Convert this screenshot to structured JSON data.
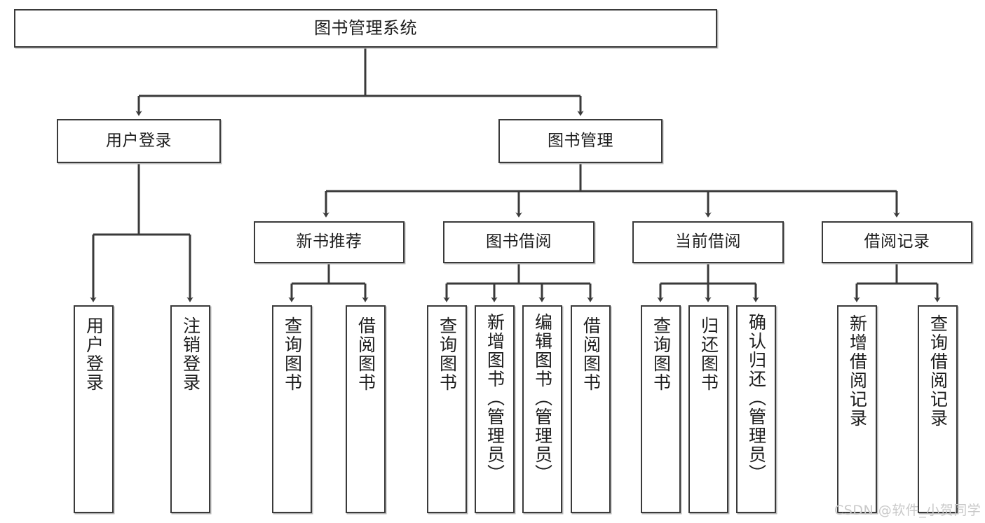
{
  "diagram": {
    "title": "图书管理系统",
    "type": "tree-hierarchy",
    "root": {
      "id": "root",
      "label": "图书管理系统"
    },
    "level1": [
      {
        "id": "l1-user-login",
        "label": "用户登录"
      },
      {
        "id": "l1-book-manage",
        "label": "图书管理"
      }
    ],
    "level2": [
      {
        "id": "l2-new-book",
        "label": "新书推荐",
        "parent": "l1-book-manage"
      },
      {
        "id": "l2-borrow",
        "label": "图书借阅",
        "parent": "l1-book-manage"
      },
      {
        "id": "l2-current",
        "label": "当前借阅",
        "parent": "l1-book-manage"
      },
      {
        "id": "l2-record",
        "label": "借阅记录",
        "parent": "l1-book-manage"
      }
    ],
    "leaves": [
      {
        "id": "leaf-user-login",
        "label": "用户登录",
        "parent": "l1-user-login"
      },
      {
        "id": "leaf-user-logout",
        "label": "注销登录",
        "parent": "l1-user-login"
      },
      {
        "id": "leaf-nb-query",
        "label": "查询图书",
        "parent": "l2-new-book"
      },
      {
        "id": "leaf-nb-borrow",
        "label": "借阅图书",
        "parent": "l2-new-book"
      },
      {
        "id": "leaf-bw-query",
        "label": "查询图书",
        "parent": "l2-borrow"
      },
      {
        "id": "leaf-bw-add",
        "label": "新增图书（管理员）",
        "parent": "l2-borrow"
      },
      {
        "id": "leaf-bw-edit",
        "label": "编辑图书（管理员）",
        "parent": "l2-borrow"
      },
      {
        "id": "leaf-bw-borrow",
        "label": "借阅图书",
        "parent": "l2-borrow"
      },
      {
        "id": "leaf-cu-query",
        "label": "查询图书",
        "parent": "l2-current"
      },
      {
        "id": "leaf-cu-return",
        "label": "归还图书",
        "parent": "l2-current"
      },
      {
        "id": "leaf-cu-confirm",
        "label": "确认归还（管理员）",
        "parent": "l2-current"
      },
      {
        "id": "leaf-rc-add",
        "label": "新增借阅记录",
        "parent": "l2-record"
      },
      {
        "id": "leaf-rc-query",
        "label": "查询借阅记录",
        "parent": "l2-record"
      }
    ]
  },
  "watermark": {
    "text": "CSDN @软件_小贺同学"
  },
  "colors": {
    "stroke": "#3a3a3a",
    "box_fill": "#ffffff",
    "text": "#1d1d1d",
    "watermark": "#c9c9c9",
    "background": "#ffffff"
  }
}
